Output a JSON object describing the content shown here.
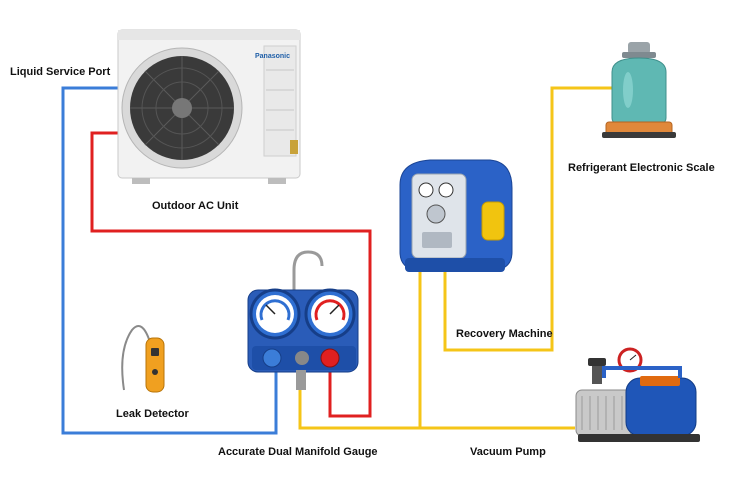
{
  "labels": {
    "liquid_service_port": "Liquid Service Port",
    "outdoor_ac_unit": "Outdoor AC Unit",
    "recovery_machine": "Recovery Machine",
    "refrigerant_scale": "Refrigerant Electronic Scale",
    "leak_detector": "Leak Detector",
    "manifold_gauge": "Accurate Dual Manifold Gauge",
    "vacuum_pump": "Vacuum Pump"
  },
  "ac_brand": "Panasonic",
  "hose_colors": {
    "blue": "#3b7dd8",
    "red": "#e02020",
    "yellow": "#f5c518"
  }
}
